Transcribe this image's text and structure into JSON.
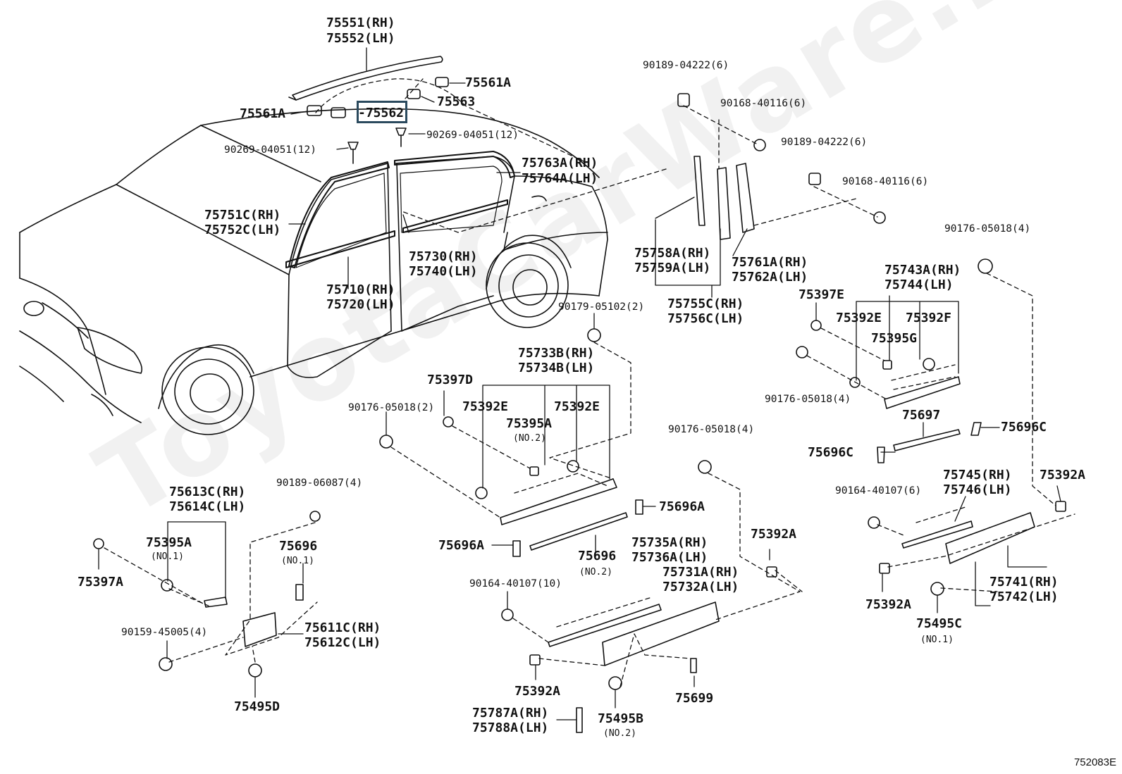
{
  "diagram": {
    "code": "752083E",
    "watermark": "ToyotaCarWare.ru",
    "highlighted_part": "75562",
    "labels": [
      {
        "id": "l1",
        "text": "75551(RH)",
        "kind": "part"
      },
      {
        "id": "l2",
        "text": "75552(LH)",
        "kind": "part"
      },
      {
        "id": "l3",
        "text": "75561A",
        "kind": "part"
      },
      {
        "id": "l4",
        "text": "75563",
        "kind": "part"
      },
      {
        "id": "l5",
        "text": "75561A",
        "kind": "part"
      },
      {
        "id": "l6",
        "text": "-75562",
        "kind": "part"
      },
      {
        "id": "l7",
        "text": "90269-04051(12)",
        "kind": "fastener"
      },
      {
        "id": "l8",
        "text": "90269-04051(12)",
        "kind": "fastener"
      },
      {
        "id": "l9",
        "text": "75763A(RH)",
        "kind": "part"
      },
      {
        "id": "l10",
        "text": "75764A(LH)",
        "kind": "part"
      },
      {
        "id": "l11",
        "text": "75751C(RH)",
        "kind": "part"
      },
      {
        "id": "l12",
        "text": "75752C(LH)",
        "kind": "part"
      },
      {
        "id": "l13",
        "text": "75730(RH)",
        "kind": "part"
      },
      {
        "id": "l14",
        "text": "75740(LH)",
        "kind": "part"
      },
      {
        "id": "l15",
        "text": "75710(RH)",
        "kind": "part"
      },
      {
        "id": "l16",
        "text": "75720(LH)",
        "kind": "part"
      },
      {
        "id": "l17",
        "text": "90189-04222(6)",
        "kind": "fastener"
      },
      {
        "id": "l18",
        "text": "90168-40116(6)",
        "kind": "fastener"
      },
      {
        "id": "l19",
        "text": "90189-04222(6)",
        "kind": "fastener"
      },
      {
        "id": "l20",
        "text": "90168-40116(6)",
        "kind": "fastener"
      },
      {
        "id": "l21",
        "text": "75758A(RH)",
        "kind": "part"
      },
      {
        "id": "l22",
        "text": "75759A(LH)",
        "kind": "part"
      },
      {
        "id": "l23",
        "text": "75761A(RH)",
        "kind": "part"
      },
      {
        "id": "l24",
        "text": "75762A(LH)",
        "kind": "part"
      },
      {
        "id": "l25",
        "text": "75755C(RH)",
        "kind": "part"
      },
      {
        "id": "l26",
        "text": "75756C(LH)",
        "kind": "part"
      },
      {
        "id": "l27",
        "text": "90176-05018(4)",
        "kind": "fastener"
      },
      {
        "id": "l28",
        "text": "75743A(RH)",
        "kind": "part"
      },
      {
        "id": "l29",
        "text": "75744(LH)",
        "kind": "part"
      },
      {
        "id": "l30",
        "text": "75397E",
        "kind": "part"
      },
      {
        "id": "l31",
        "text": "75392E",
        "kind": "part"
      },
      {
        "id": "l32",
        "text": "75392F",
        "kind": "part"
      },
      {
        "id": "l33",
        "text": "75395G",
        "kind": "part"
      },
      {
        "id": "l34",
        "text": "90176-05018(4)",
        "kind": "fastener"
      },
      {
        "id": "l35",
        "text": "75697",
        "kind": "part"
      },
      {
        "id": "l36",
        "text": "75696C",
        "kind": "part"
      },
      {
        "id": "l37",
        "text": "75696C",
        "kind": "part"
      },
      {
        "id": "l38",
        "text": "90179-05102(2)",
        "kind": "fastener"
      },
      {
        "id": "l39",
        "text": "75733B(RH)",
        "kind": "part"
      },
      {
        "id": "l40",
        "text": "75734B(LH)",
        "kind": "part"
      },
      {
        "id": "l41",
        "text": "75397D",
        "kind": "part"
      },
      {
        "id": "l42",
        "text": "90176-05018(2)",
        "kind": "fastener"
      },
      {
        "id": "l43",
        "text": "75392E",
        "kind": "part"
      },
      {
        "id": "l44",
        "text": "75392E",
        "kind": "part"
      },
      {
        "id": "l45",
        "text": "75395A",
        "kind": "part"
      },
      {
        "id": "l46",
        "text": "(NO.2)",
        "kind": "note"
      },
      {
        "id": "l47",
        "text": "90176-05018(4)",
        "kind": "fastener"
      },
      {
        "id": "l48",
        "text": "75696A",
        "kind": "part"
      },
      {
        "id": "l49",
        "text": "75696A",
        "kind": "part"
      },
      {
        "id": "l50",
        "text": "75696",
        "kind": "part"
      },
      {
        "id": "l51",
        "text": "(NO.2)",
        "kind": "note"
      },
      {
        "id": "l52",
        "text": "75392A",
        "kind": "part"
      },
      {
        "id": "l53",
        "text": "75745(RH)",
        "kind": "part"
      },
      {
        "id": "l54",
        "text": "75746(LH)",
        "kind": "part"
      },
      {
        "id": "l55",
        "text": "90164-40107(6)",
        "kind": "fastener"
      },
      {
        "id": "l56",
        "text": "75392A",
        "kind": "part"
      },
      {
        "id": "l57",
        "text": "75613C(RH)",
        "kind": "part"
      },
      {
        "id": "l58",
        "text": "75614C(LH)",
        "kind": "part"
      },
      {
        "id": "l59",
        "text": "90189-06087(4)",
        "kind": "fastener"
      },
      {
        "id": "l60",
        "text": "75395A",
        "kind": "part"
      },
      {
        "id": "l61",
        "text": "(NO.1)",
        "kind": "note"
      },
      {
        "id": "l62",
        "text": "75696",
        "kind": "part"
      },
      {
        "id": "l63",
        "text": "(NO.1)",
        "kind": "note"
      },
      {
        "id": "l64",
        "text": "75397A",
        "kind": "part"
      },
      {
        "id": "l65",
        "text": "90159-45005(4)",
        "kind": "fastener"
      },
      {
        "id": "l66",
        "text": "75611C(RH)",
        "kind": "part"
      },
      {
        "id": "l67",
        "text": "75612C(LH)",
        "kind": "part"
      },
      {
        "id": "l68",
        "text": "75495D",
        "kind": "part"
      },
      {
        "id": "l69",
        "text": "75735A(RH)",
        "kind": "part"
      },
      {
        "id": "l70",
        "text": "75736A(LH)",
        "kind": "part"
      },
      {
        "id": "l71",
        "text": "75731A(RH)",
        "kind": "part"
      },
      {
        "id": "l72",
        "text": "75732A(LH)",
        "kind": "part"
      },
      {
        "id": "l73",
        "text": "90164-40107(10)",
        "kind": "fastener"
      },
      {
        "id": "l74",
        "text": "75392A",
        "kind": "part"
      },
      {
        "id": "l75",
        "text": "75699",
        "kind": "part"
      },
      {
        "id": "l76",
        "text": "75787A(RH)",
        "kind": "part"
      },
      {
        "id": "l77",
        "text": "75788A(LH)",
        "kind": "part"
      },
      {
        "id": "l78",
        "text": "75495B",
        "kind": "part"
      },
      {
        "id": "l79",
        "text": "(NO.2)",
        "kind": "note"
      },
      {
        "id": "l80",
        "text": "75741(RH)",
        "kind": "part"
      },
      {
        "id": "l81",
        "text": "75742(LH)",
        "kind": "part"
      },
      {
        "id": "l82",
        "text": "75392A",
        "kind": "part"
      },
      {
        "id": "l83",
        "text": "75495C",
        "kind": "part"
      },
      {
        "id": "l84",
        "text": "(NO.1)",
        "kind": "note"
      }
    ]
  }
}
